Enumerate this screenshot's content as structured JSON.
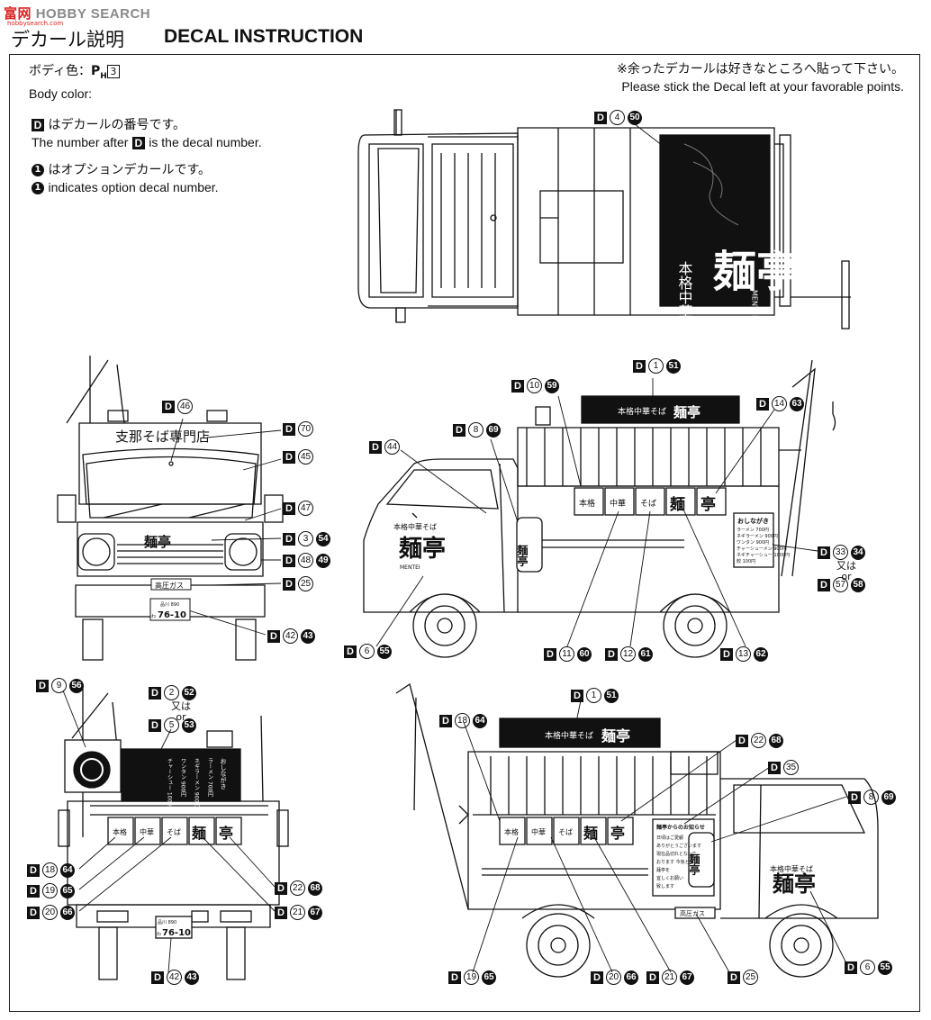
{
  "watermark": {
    "brand_red": "富",
    "brand_red2": "网",
    "brand_gray": "HOBBY SEARCH",
    "sub": "hobbysearch.com"
  },
  "header": {
    "title_jp": "デカール説明",
    "title_en": "DECAL INSTRUCTION"
  },
  "notes": {
    "body_color_jp": "ボディ色：",
    "body_color_ph": "P",
    "body_color_h": "H",
    "body_color_num": "3",
    "body_color_en": "Body color:",
    "decal_num_jp": "はデカールの番号です。",
    "decal_num_en_a": "The number after",
    "decal_num_en_b": "is the decal number.",
    "option_jp": "はオプションデカールです。",
    "option_en": "indicates option decal number.",
    "option_symbol": "1",
    "leftover_jp": "※余ったデカールは好きなところへ貼って下さい。",
    "leftover_en": "Please stick the Decal left at your favorable points."
  },
  "decal_symbol": "D",
  "art_text": {
    "menu_title": "おしながき",
    "menu_items": [
      "ラーメン 700円",
      "ネギラーメン 900円",
      "ワンタン 900円",
      "チャーシューメン 900円",
      "ネギチャーシュー 1000円",
      "餃 100円"
    ],
    "rear_menu_title": "おしながき",
    "rear_menu_items": [
      "ラーメン 700円",
      "ネギラーメン 900円",
      "ワンタン 900円",
      "チャーシュー 1000円"
    ],
    "curtain": [
      "本格",
      "中華",
      "そば",
      "麺",
      "亭"
    ],
    "roof_sign": "本格中華そば",
    "roof_logo": "麺亭",
    "side_logo": "麺亭",
    "side_small": "本格中華そば",
    "gas": "高圧ガス",
    "plate_top": "品川 890",
    "plate_num": "76-10",
    "plate_hira": "わ",
    "shop_name": "支那そば専門店",
    "lantern": "麺亭",
    "notice_title": "麺亭からのお知らせ",
    "notice_lines": [
      "日頃はご愛顧",
      "ありがとうございます",
      "現在品切れとなって",
      "おります 今後とも",
      "麺亭を",
      "宜しくお願い",
      "致します"
    ],
    "dragon_label": "MENTEI",
    "top_sign_text": "本格中華そば",
    "top_logo": "麺亭",
    "front_logo": "麺亭"
  },
  "callouts": {
    "c_top": {
      "d": "4",
      "opt": "50"
    },
    "c_side_roof": {
      "d": "1",
      "opt": "51"
    },
    "c_side_10": {
      "d": "10",
      "opt": "59"
    },
    "c_side_14": {
      "d": "14",
      "opt": "63"
    },
    "c_side_8": {
      "d": "8",
      "opt": "69"
    },
    "c_side_44": {
      "d": "44"
    },
    "c_side_33": {
      "d": "33",
      "opt": "34"
    },
    "c_side_or": {
      "jp": "又は",
      "en": "or"
    },
    "c_side_57": {
      "d": "57",
      "opt": "58"
    },
    "c_side_6": {
      "d": "6",
      "opt": "55"
    },
    "c_side_11": {
      "d": "11",
      "opt": "60"
    },
    "c_side_12": {
      "d": "12",
      "opt": "61"
    },
    "c_side_13": {
      "d": "13",
      "opt": "62"
    },
    "c_front_46": {
      "d": "46"
    },
    "c_front_70": {
      "d": "70"
    },
    "c_front_45": {
      "d": "45"
    },
    "c_front_47": {
      "d": "47"
    },
    "c_front_3": {
      "d": "3",
      "opt": "54"
    },
    "c_front_48": {
      "d": "48",
      "opt": "49"
    },
    "c_front_25": {
      "d": "25"
    },
    "c_front_42": {
      "d": "42",
      "opt": "43"
    },
    "c_rear_9": {
      "d": "9",
      "opt": "56"
    },
    "c_rear_2": {
      "d": "2",
      "opt": "52"
    },
    "c_rear_or": {
      "jp": "又は",
      "en": "or"
    },
    "c_rear_5": {
      "d": "5",
      "opt": "53"
    },
    "c_rear_18": {
      "d": "18",
      "opt": "64"
    },
    "c_rear_19": {
      "d": "19",
      "opt": "65"
    },
    "c_rear_20": {
      "d": "20",
      "opt": "66"
    },
    "c_rear_22": {
      "d": "22",
      "opt": "68"
    },
    "c_rear_21": {
      "d": "21",
      "opt": "67"
    },
    "c_rear_42": {
      "d": "42",
      "opt": "43"
    },
    "c_ls_1": {
      "d": "1",
      "opt": "51"
    },
    "c_ls_18": {
      "d": "18",
      "opt": "64"
    },
    "c_ls_22": {
      "d": "22",
      "opt": "68"
    },
    "c_ls_35": {
      "d": "35"
    },
    "c_ls_8": {
      "d": "8",
      "opt": "69"
    },
    "c_ls_19": {
      "d": "19",
      "opt": "65"
    },
    "c_ls_20": {
      "d": "20",
      "opt": "66"
    },
    "c_ls_21": {
      "d": "21",
      "opt": "67"
    },
    "c_ls_25": {
      "d": "25"
    },
    "c_ls_6": {
      "d": "6",
      "opt": "55"
    }
  }
}
